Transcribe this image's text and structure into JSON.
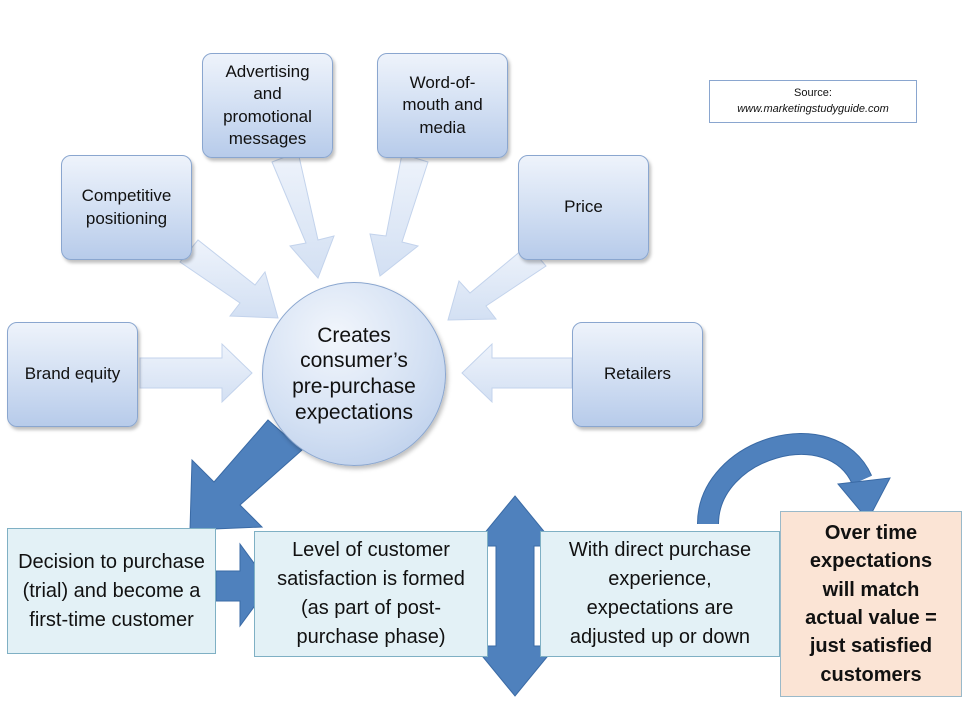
{
  "source": {
    "label": "Source:",
    "url": "www.marketingstudyguide.com"
  },
  "factors": {
    "advertising": "Advertising and promotional messages",
    "word_of_mouth": "Word-of-mouth and media",
    "competitive_positioning": "Competitive positioning",
    "price": "Price",
    "brand_equity": "Brand equity",
    "retailers": "Retailers"
  },
  "center": "Creates consumer’s pre-purchase expectations",
  "steps": {
    "decision": "Decision to purchase (trial) and become a first-time customer",
    "satisfaction": "Level of customer satisfaction is formed (as part of post-purchase phase)",
    "adjusted": "With direct purchase experience, expectations are adjusted up or down"
  },
  "final": "Over time expectations will match actual value = just satisfied customers",
  "colors": {
    "factor_fill": "#c6d6ef",
    "factor_border": "#8aa6cf",
    "light_arrow": "#dde7f6",
    "dark_arrow": "#4f81bd",
    "step_fill": "#e3f1f6",
    "final_fill": "#fbe4d5"
  }
}
